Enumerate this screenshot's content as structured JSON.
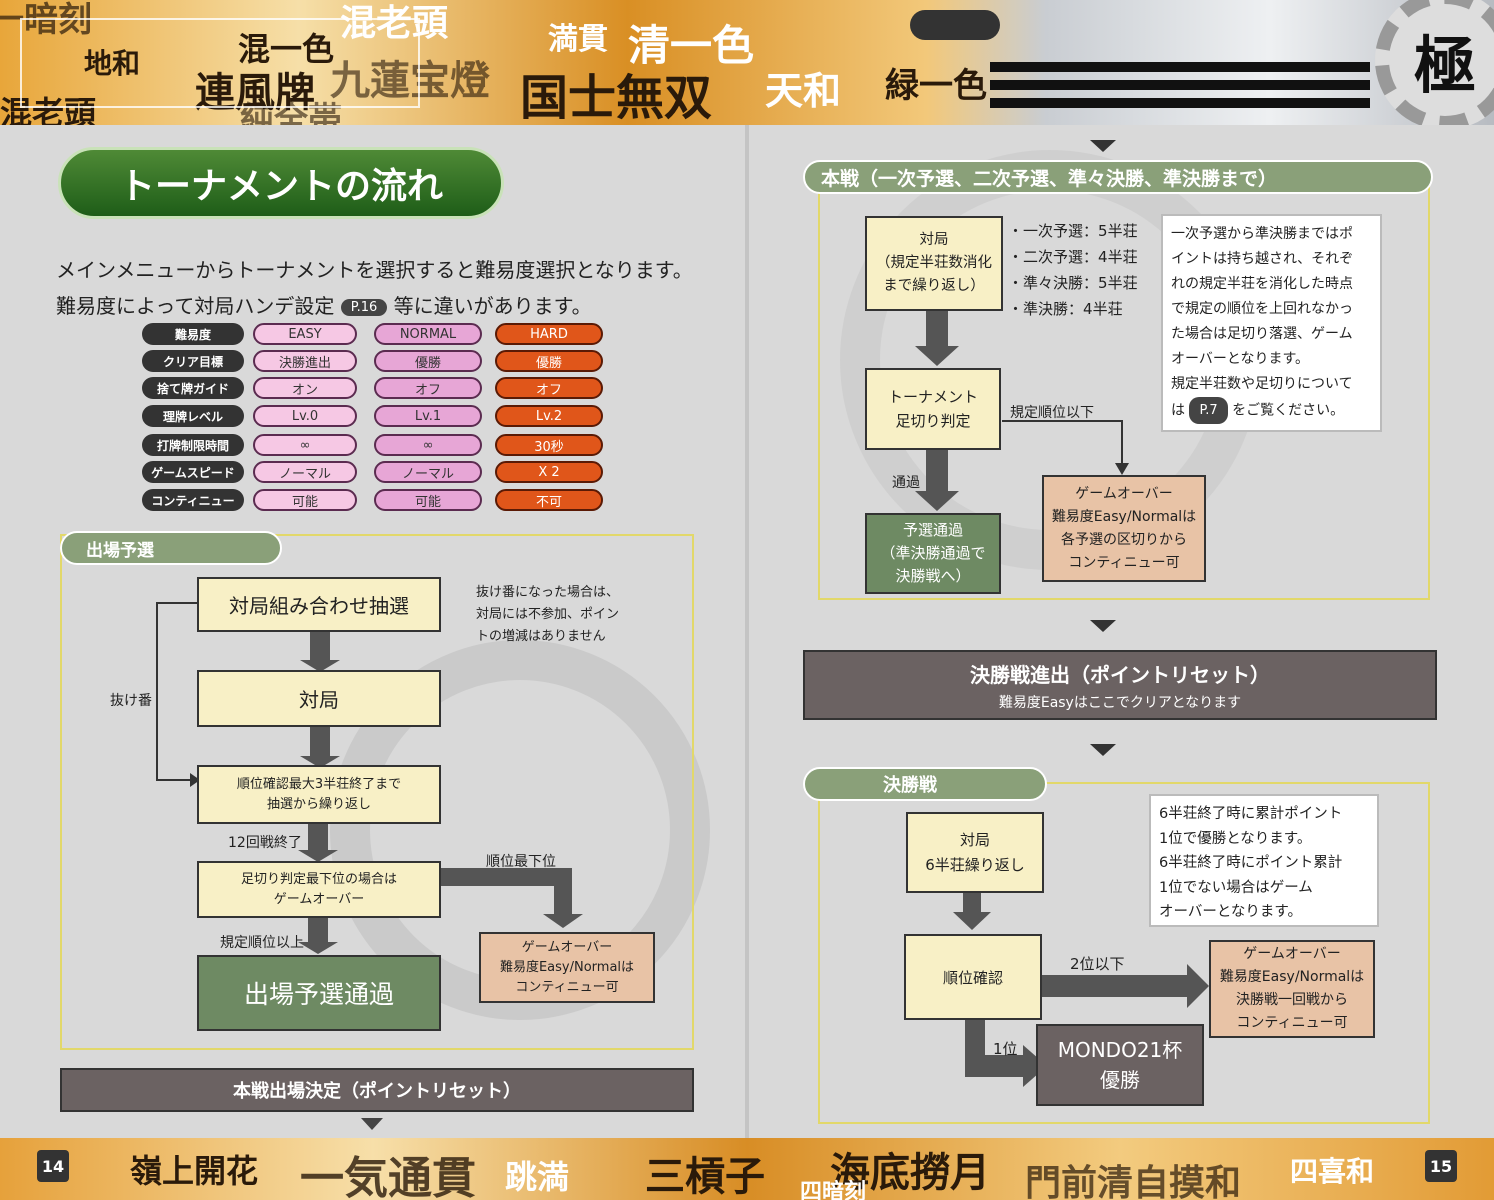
{
  "header_words": [
    "一暗刻",
    "地和",
    "混老頭",
    "混一色",
    "満貫",
    "清一色",
    "連風牌",
    "九蓮宝燈",
    "国士無双",
    "天和",
    "緑一色",
    "混老頭",
    "純全帯"
  ],
  "footer_words": [
    "嶺上開花",
    "一気通貫",
    "跳満",
    "三槓子",
    "海底撈月",
    "四暗刻",
    "門前清自摸和",
    "四喜和"
  ],
  "logo_char": "極",
  "title": "トーナメントの流れ",
  "intro": {
    "line1": "メインメニューからトーナメントを選択すると難易度選択となります。",
    "line2_a": "難易度によって対局ハンデ設定",
    "line2_ref": "P.16",
    "line2_b": "等に違いがあります。"
  },
  "difficulty_table": {
    "columns": [
      "EASY",
      "NORMAL",
      "HARD"
    ],
    "rows": [
      {
        "label": "難易度",
        "values": [
          "EASY",
          "NORMAL",
          "HARD"
        ]
      },
      {
        "label": "クリア目標",
        "values": [
          "決勝進出",
          "優勝",
          "優勝"
        ]
      },
      {
        "label": "捨て牌ガイド",
        "values": [
          "オン",
          "オフ",
          "オフ"
        ]
      },
      {
        "label": "理牌レベル",
        "values": [
          "Lv.0",
          "Lv.1",
          "Lv.2"
        ]
      },
      {
        "label": "打牌制限時間",
        "values": [
          "∞",
          "∞",
          "30秒"
        ]
      },
      {
        "label": "ゲームスピード",
        "values": [
          "ノーマル",
          "ノーマル",
          "X 2"
        ]
      },
      {
        "label": "コンティニュー",
        "values": [
          "可能",
          "可能",
          "不可"
        ]
      }
    ]
  },
  "qualifier": {
    "heading": "出場予選",
    "box_draw": "対局組み合わせ抽選",
    "box_play": "対局",
    "box_repeat_1": "順位確認最大3半荘終了まで",
    "box_repeat_2": "抽選から繰り返し",
    "box_cut_1": "足切り判定最下位の場合は",
    "box_cut_2": "ゲームオーバー",
    "box_pass": "出場予選通過",
    "label_bye": "抜け番",
    "label_12": "12回戦終了",
    "label_last": "順位最下位",
    "label_above": "規定順位以上",
    "note_bye": [
      "抜け番になった場合は、",
      "対局には不参加、ポイン",
      "トの増減はありません"
    ],
    "gameover_1": "ゲームオーバー",
    "gameover_2": "難易度Easy/Normalは",
    "gameover_3": "コンティニュー可"
  },
  "final_entry_bar": "本戦出場決定（ポイントリセット）",
  "main": {
    "heading": "本戦（一次予選、二次予選、準々決勝、準決勝まで）",
    "box_play_1": "対局",
    "box_play_2": "（規定半荘数消化",
    "box_play_3": "まで繰り返し）",
    "stages": [
      {
        "name": "一次予選",
        "value": "：5半荘"
      },
      {
        "name": "二次予選",
        "value": "：4半荘"
      },
      {
        "name": "準々決勝",
        "value": "：5半荘"
      },
      {
        "name": "準決勝",
        "value": "：4半荘"
      }
    ],
    "box_cut_1": "トーナメント",
    "box_cut_2": "足切り判定",
    "label_below": "規定順位以下",
    "label_pass": "通過",
    "box_pass_1": "予選通過",
    "box_pass_2": "（準決勝通過で",
    "box_pass_3": "決勝戦へ）",
    "gameover_1": "ゲームオーバー",
    "gameover_2": "難易度Easy/Normalは",
    "gameover_3": "各予選の区切りから",
    "gameover_4": "コンティニュー可",
    "note_lines": [
      "一次予選から準決勝まではポ",
      "イントは持ち越され、それぞ",
      "れの規定半荘を消化した時点",
      "で規定の順位を上回れなかっ",
      "た場合は足切り落選、ゲーム",
      "オーバーとなります。",
      "規定半荘数や足切りについて"
    ],
    "note_pre": "は",
    "note_ref": "P.7",
    "note_post": "をご覧ください。"
  },
  "final_advance_bar": {
    "title": "決勝戦進出（ポイントリセット）",
    "sub": "難易度Easyはここでクリアとなります"
  },
  "final": {
    "heading": "決勝戦",
    "box_play_1": "対局",
    "box_play_2": "6半荘繰り返し",
    "box_rank": "順位確認",
    "label_2nd": "2位以下",
    "label_1st": "1位",
    "note_lines": [
      "6半荘終了時に累計ポイント",
      "1位で優勝となります。",
      "6半荘終了時にポイント累計",
      "1位でない場合はゲーム",
      "オーバーとなります。"
    ],
    "gameover_1": "ゲームオーバー",
    "gameover_2": "難易度Easy/Normalは",
    "gameover_3": "決勝戦一回戦から",
    "gameover_4": "コンティニュー可",
    "win_1": "MONDO21杯",
    "win_2": "優勝"
  },
  "page_left": "14",
  "page_right": "15"
}
